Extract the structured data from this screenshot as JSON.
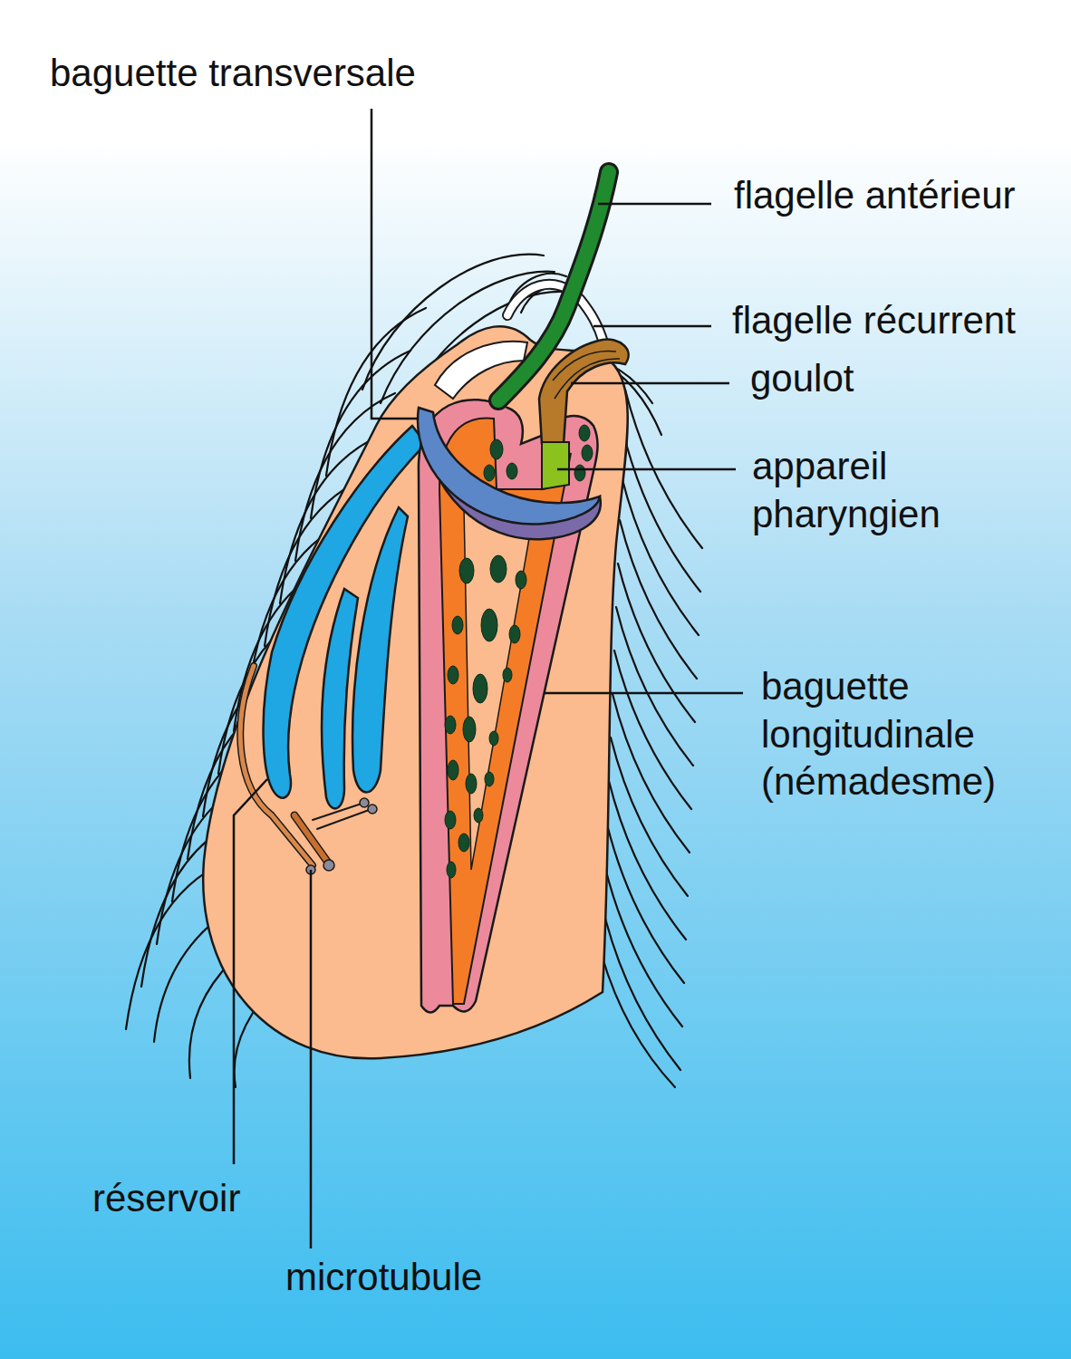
{
  "diagram": {
    "labels": [
      "baguette transversale",
      "flagelle antérieur",
      "flagelle récurrent",
      "goulot",
      "appareil pharyngien",
      "baguette longitudinale (némadesme)",
      "réservoir",
      "microtubule"
    ]
  }
}
